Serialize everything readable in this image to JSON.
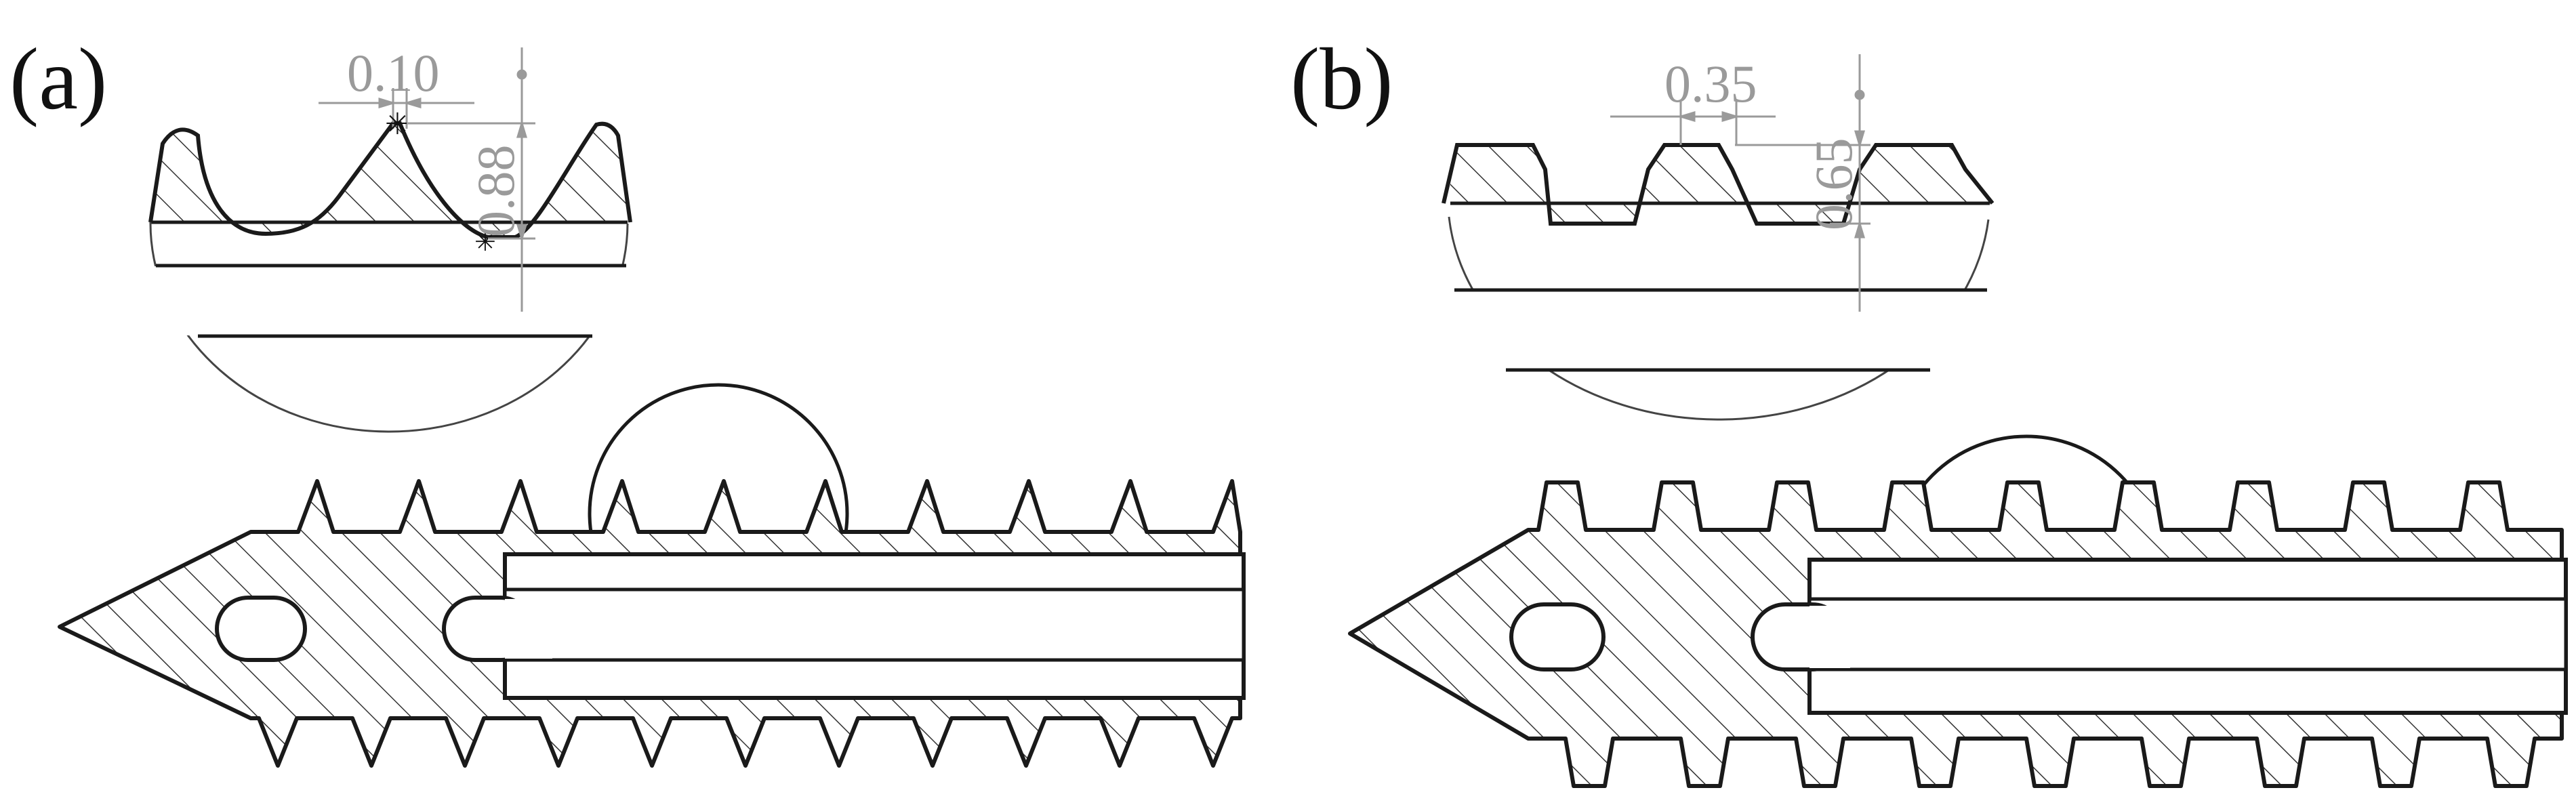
{
  "panels": [
    {
      "label": "(a)",
      "dimension_width": "0.10",
      "dimension_depth": "0.88"
    },
    {
      "label": "(b)",
      "dimension_width": "0.35",
      "dimension_depth": "0.65"
    }
  ],
  "colors": {
    "outline": "#1a1a1a",
    "hatch": "#333333",
    "dimension": "#9a9a9a",
    "background": "#ffffff"
  }
}
